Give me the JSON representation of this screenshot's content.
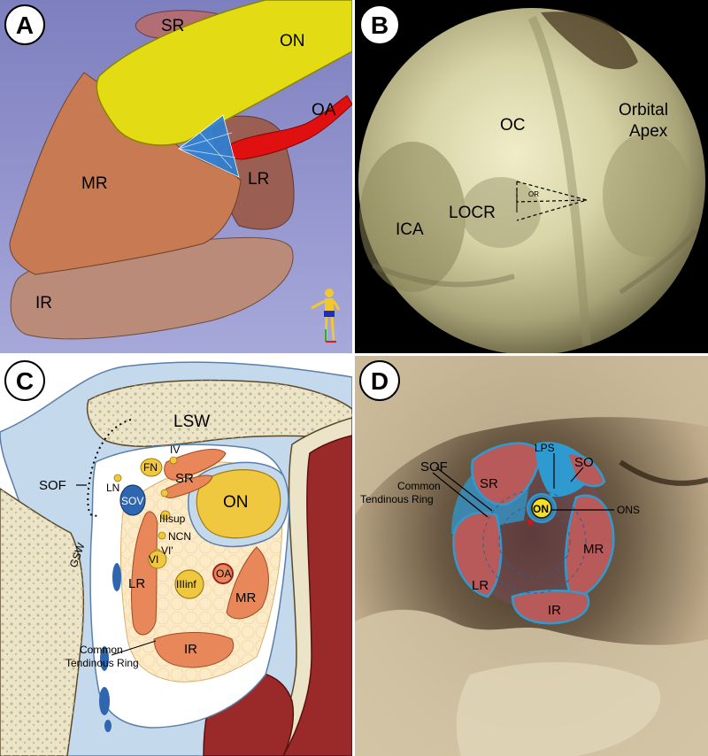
{
  "panels": {
    "A": {
      "badge": "A",
      "labels": {
        "sr": "SR",
        "on": "ON",
        "oa": "OA",
        "mr": "MR",
        "lr": "LR",
        "ir": "IR"
      },
      "colors": {
        "background": "#8c8dc6",
        "on": "#e3dc14",
        "mr": "#c87a52",
        "ir": "#b98b78",
        "lr": "#9a5f52",
        "sr": "#b26e74",
        "oa": "#e01010",
        "fan": "#2f7fd0"
      }
    },
    "B": {
      "badge": "B",
      "labels": {
        "oc": "OC",
        "orbital_apex_1": "Orbital",
        "orbital_apex_2": "Apex",
        "ica": "ICA",
        "locr": "LOCR",
        "or": "OR"
      },
      "colors": {
        "background": "#000000",
        "bone": "#d8d4a8"
      }
    },
    "C": {
      "badge": "C",
      "labels": {
        "lsw": "LSW",
        "sof": "SOF",
        "fn": "FN",
        "iv": "IV",
        "sr": "SR",
        "ln": "LN",
        "sov": "SOV",
        "on": "ON",
        "gsw": "GSW",
        "iiisup": "IIIsup",
        "ncn": "NCN",
        "vi_prime": "VI'",
        "vi": "VI",
        "lr": "LR",
        "iiiinf": "IIIinf",
        "oa": "OA",
        "mr": "MR",
        "ir": "IR",
        "ring_1": "Common",
        "ring_2": "Tendinous Ring"
      },
      "colors": {
        "dura": "#c5d9ec",
        "bone": "#ece4c8",
        "muscle": "#e8875a",
        "nerve": "#f0c840",
        "fat": "#fdebc8",
        "vein": "#2f66b0",
        "wall": "#9a2a2a"
      }
    },
    "D": {
      "badge": "D",
      "labels": {
        "sof": "SOF",
        "sr": "SR",
        "lps": "LPS",
        "so": "SO",
        "ring_1": "Common",
        "ring_2": "Tendinous Ring",
        "on": "ON",
        "ons": "ONS",
        "mr": "MR",
        "lr": "LR",
        "ir": "IR"
      },
      "colors": {
        "bone": "#c9b896",
        "muscle": "#b85a5a",
        "outline": "#2f9ad0",
        "on": "#f6e020"
      }
    }
  }
}
